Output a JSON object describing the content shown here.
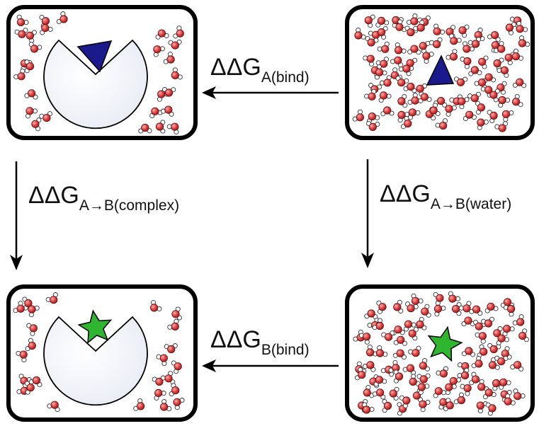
{
  "labels": {
    "top": {
      "main": "ΔΔG",
      "sub": "A(bind)"
    },
    "bottom": {
      "main": "ΔΔG",
      "sub": "B(bind)"
    },
    "left": {
      "main": "ΔΔG",
      "sub": "A→B(complex)"
    },
    "right": {
      "main": "ΔΔG",
      "sub": "A→B(water)"
    }
  },
  "boxes": [
    {
      "id": "complex-a",
      "receptor": true,
      "ligand": "triangle"
    },
    {
      "id": "water-a",
      "receptor": false,
      "ligand": "triangle"
    },
    {
      "id": "complex-b",
      "receptor": true,
      "ligand": "star"
    },
    {
      "id": "water-b",
      "receptor": false,
      "ligand": "star"
    }
  ],
  "colors": {
    "triangle_fill": "#1a1a8c",
    "star_fill": "#2fb52f",
    "oxygen": "#d63c3c",
    "hydrogen": "#ffffff",
    "receptor": "#f2f4fa",
    "border": "#000000"
  }
}
